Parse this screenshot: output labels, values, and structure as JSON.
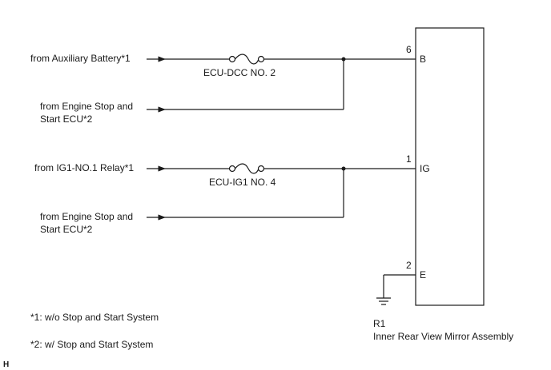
{
  "inputs": {
    "aux_battery": "from Auxiliary Battery*1",
    "engine_stop_1_line1": "from Engine Stop and",
    "engine_stop_1_line2": "Start ECU*2",
    "ig1_relay": "from IG1-NO.1 Relay*1",
    "engine_stop_2_line1": "from Engine Stop and",
    "engine_stop_2_line2": "Start ECU*2"
  },
  "fuses": {
    "fuse_b": "ECU-DCC NO. 2",
    "fuse_ig": "ECU-IG1 NO. 4"
  },
  "connector": {
    "pin_b_number": "6",
    "pin_b_name": "B",
    "pin_ig_number": "1",
    "pin_ig_name": "IG",
    "pin_e_number": "2",
    "pin_e_name": "E"
  },
  "component": {
    "code": "R1",
    "name": "Inner Rear View Mirror Assembly"
  },
  "notes": {
    "note1": "*1: w/o Stop and Start System",
    "note2": "*2: w/ Stop and Start System"
  },
  "corner_mark": "H"
}
